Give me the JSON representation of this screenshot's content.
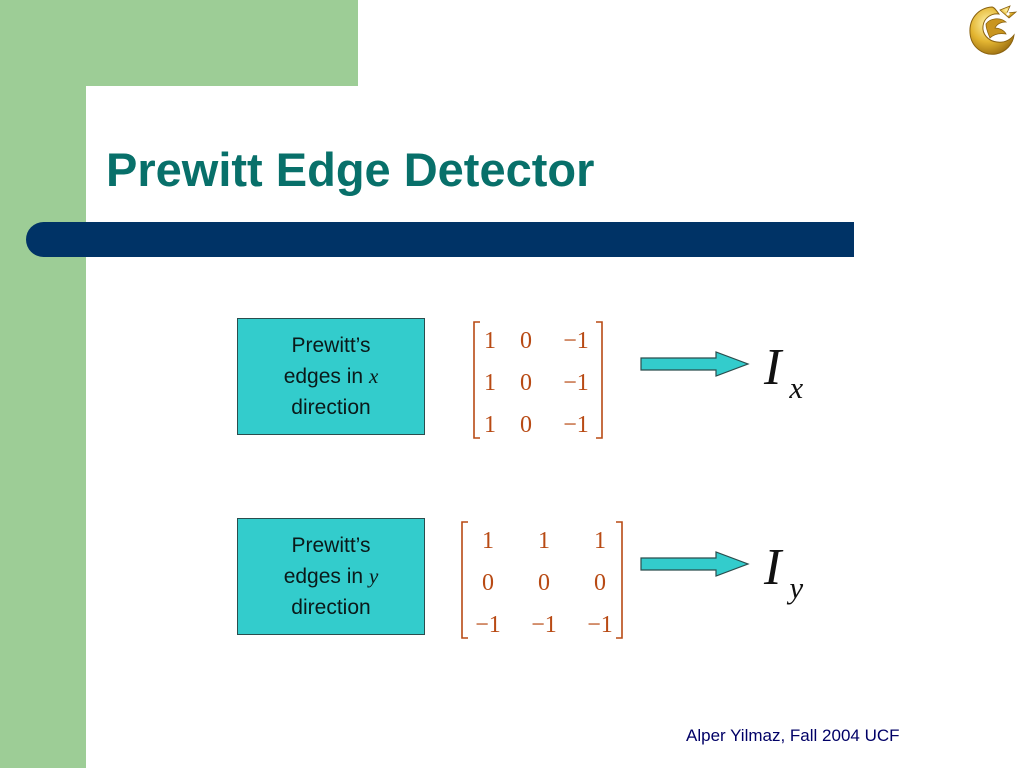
{
  "slide": {
    "title": "Prewitt Edge Detector",
    "footer": "Alper Yilmaz, Fall 2004 UCF",
    "logo_icon": "ucf-pegasus-logo-icon",
    "colors": {
      "title": "#08706a",
      "title_bar": "#003366",
      "side_panel": "#9dcd96",
      "label_box": "#33cccc",
      "matrix_entries": "#b84a14",
      "footer": "#000066"
    }
  },
  "filters": [
    {
      "label_prefix": "Prewitt’s",
      "label_mid": "edges in",
      "label_var": "x",
      "label_suffix": "direction",
      "matrix": [
        [
          "1",
          "0",
          "−1"
        ],
        [
          "1",
          "0",
          "−1"
        ],
        [
          "1",
          "0",
          "−1"
        ]
      ],
      "arrow_icon": "right-arrow-icon",
      "result_base": "I",
      "result_sub": "x"
    },
    {
      "label_prefix": "Prewitt’s",
      "label_mid": "edges in",
      "label_var": "y",
      "label_suffix": "direction",
      "matrix": [
        [
          "1",
          "1",
          "1"
        ],
        [
          "0",
          "0",
          "0"
        ],
        [
          "−1",
          "−1",
          "−1"
        ]
      ],
      "arrow_icon": "right-arrow-icon",
      "result_base": "I",
      "result_sub": "y"
    }
  ]
}
